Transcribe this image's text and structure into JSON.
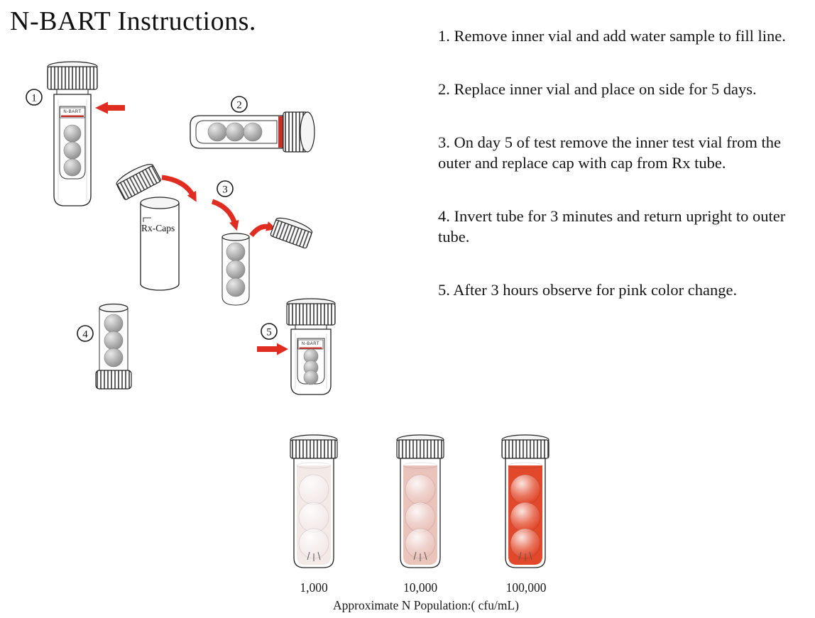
{
  "title": "N-BART Instructions.",
  "instructions": [
    "1. Remove inner vial and add water sample to fill line.",
    "2. Replace inner vial and place on side for 5 days.",
    "3. On day 5 of test remove the inner test vial from the outer and replace cap with cap from Rx tube.",
    "4. Invert tube for 3 minutes and return upright to outer tube.",
    "5. After 3 hours observe for pink color change."
  ],
  "diagram": {
    "step_numbers": [
      "1",
      "2",
      "3",
      "4",
      "5"
    ],
    "rx_caps_label": "Rx-Caps",
    "inner_vial_label": "N-BART",
    "arrow_color": "#e02d22",
    "ball_color": "#b6b6b6"
  },
  "results": {
    "labels": [
      "1,000",
      "10,000",
      "100,000"
    ],
    "caption": "Approximate N Population:( cfu/mL)",
    "colors": [
      "#f3eae8",
      "#eac3bb",
      "#e2492b"
    ]
  }
}
